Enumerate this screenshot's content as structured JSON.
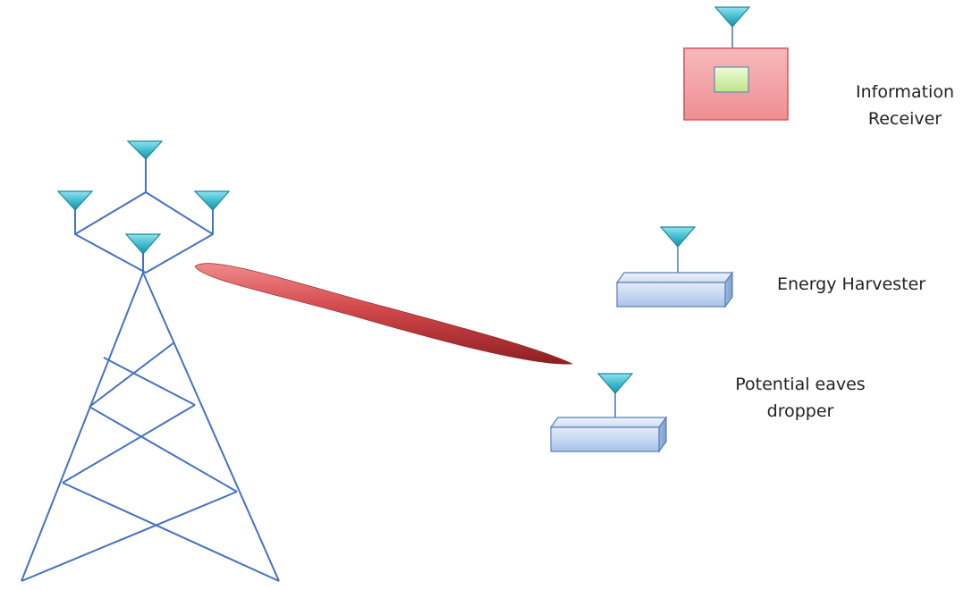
{
  "labels": {
    "information_receiver": [
      "Information",
      "Receiver"
    ],
    "energy_harvester": [
      "Energy Harvester"
    ],
    "eavesdropper": [
      "Potential eaves",
      "dropper"
    ]
  },
  "colors": {
    "tower_line": "#4472c4",
    "antenna_fill": "#3bb8cc",
    "antenna_stroke": "#1f8799",
    "beam": "#c0393b",
    "receiver_box_fill": "#f4a3a6",
    "receiver_box_stroke": "#d4545a",
    "receiver_chip_fill": "#d9f2a8",
    "receiver_chip_stroke": "#5a8fb0",
    "device_box_fill": "#c5d7f2",
    "device_box_stroke": "#5b7fb6"
  },
  "icons": [
    "antenna-icon",
    "tower-icon",
    "beam-icon",
    "receiver-icon",
    "device-icon"
  ]
}
